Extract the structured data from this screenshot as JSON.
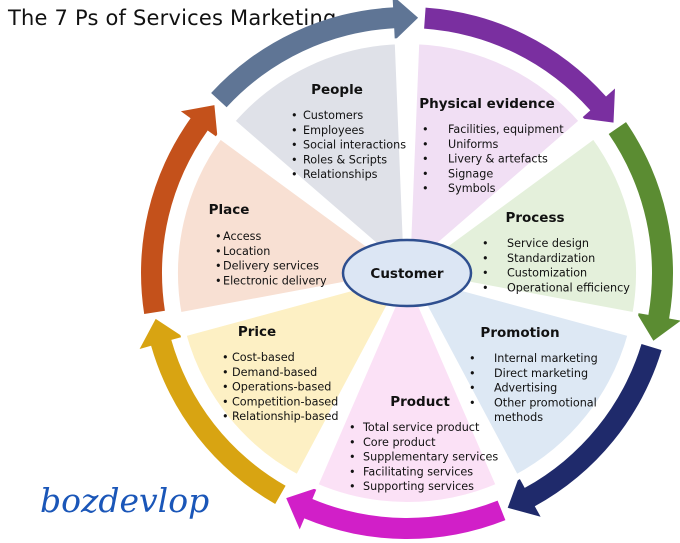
{
  "title": "The 7 Ps of Services Marketing",
  "center": {
    "label": "Customer",
    "fill": "#dce6f4",
    "stroke": "#2f4f8f"
  },
  "logo": "bozdevlop",
  "segments": [
    {
      "key": "people",
      "title": "People",
      "fill": "#f1dff4",
      "arrow": "#7a2fa0",
      "items": [
        "Customers",
        "Employees",
        "Social interactions",
        "Roles & Scripts",
        "Relationships"
      ]
    },
    {
      "key": "physical-evidence",
      "title": "Physical evidence",
      "fill": "#e4f0db",
      "arrow": "#5b8c32",
      "items": [
        "Facilities, equipment",
        "Uniforms",
        "Livery & artefacts",
        "Signage",
        "Symbols"
      ]
    },
    {
      "key": "process",
      "title": "Process",
      "fill": "#dde8f4",
      "arrow": "#1f2a6b",
      "items": [
        "Service design",
        "Standardization",
        "Customization",
        "Operational efficiency"
      ]
    },
    {
      "key": "promotion",
      "title": "Promotion",
      "fill": "#fbe1f6",
      "arrow": "#d11fc8",
      "items": [
        "Internal marketing",
        "Direct marketing",
        "Advertising",
        "Other promotional",
        "methods"
      ]
    },
    {
      "key": "product",
      "title": "Product",
      "fill": "#fdf0c4",
      "arrow": "#d8a412",
      "items": [
        "Total service product",
        "Core product",
        "Supplementary services",
        "Facilitating services",
        "Supporting services"
      ]
    },
    {
      "key": "price",
      "title": "Price",
      "fill": "#f8e0d3",
      "arrow": "#c4511b",
      "items": [
        "Cost-based",
        "Demand-based",
        "Operations-based",
        "Competition-based",
        "Relationship-based"
      ]
    },
    {
      "key": "place",
      "title": "Place",
      "fill": "#dfe1e8",
      "arrow": "#5f7595",
      "items": [
        "Access",
        "Location",
        "Delivery services",
        "Electronic delivery"
      ]
    }
  ]
}
